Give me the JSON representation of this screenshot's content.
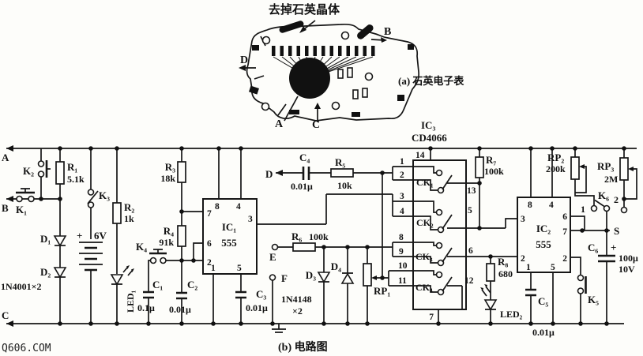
{
  "figure_a": {
    "title": "去掉石英晶体",
    "caption": "(a) 石英电子表",
    "terminals": {
      "a": "A",
      "b": "B",
      "c": "C",
      "d": "D"
    }
  },
  "figure_b": {
    "caption": "(b) 电路图",
    "watermark": "Q606.COM",
    "terminals": {
      "a": "A",
      "b": "B",
      "c": "C",
      "d": "D",
      "e": "E",
      "f": "F",
      "s": "S"
    },
    "power": {
      "plus": "+",
      "voltage": "6V"
    },
    "resistors": {
      "r1": {
        "ref": "R₁",
        "value": "5.1k"
      },
      "r2": {
        "ref": "R₂",
        "value": "1k"
      },
      "r3": {
        "ref": "R₃",
        "value": "18k"
      },
      "r4": {
        "ref": "R₄",
        "value": "91k"
      },
      "r5": {
        "ref": "R₅",
        "value": "10k"
      },
      "r6": {
        "ref": "R₆",
        "value": "100k"
      },
      "r7": {
        "ref": "R₇",
        "value": "100k"
      },
      "r8": {
        "ref": "R₈",
        "value": "680"
      }
    },
    "potentiometers": {
      "rp1": {
        "ref": "RP₁"
      },
      "rp2": {
        "ref": "RP₂",
        "value": "200k"
      },
      "rp3": {
        "ref": "RP₃",
        "value": "2M"
      }
    },
    "capacitors": {
      "c1": {
        "ref": "C₁",
        "value": "0.1μ"
      },
      "c2": {
        "ref": "C₂",
        "value": "0.01μ"
      },
      "c3": {
        "ref": "C₃",
        "value": "0.01μ"
      },
      "c4": {
        "ref": "C₄",
        "value": "0.01μ"
      },
      "c5": {
        "ref": "C₅",
        "value": "0.01μ"
      },
      "c6": {
        "ref": "C₆",
        "value": "100μ",
        "rating": "10V",
        "polarity": "+"
      }
    },
    "diodes": {
      "d1": "D₁",
      "d2": "D₂",
      "d1d2_type": "1N4001×2",
      "d3": "D₃",
      "d4": "D₄",
      "d3d4_type": "1N4148",
      "d3d4_mult": "×2"
    },
    "leds": {
      "led1": "LED₁",
      "led2": "LED₂"
    },
    "switches": {
      "k1": "K₁",
      "k2": "K₂",
      "k3": "K₃",
      "k4": "K₄",
      "k5": "K₅",
      "k6": "K₆",
      "k6_pos1": "1",
      "k6_pos2": "2"
    },
    "ic1": {
      "ref": "IC₁",
      "type": "555",
      "pins": {
        "p1": "1",
        "p2": "2",
        "p3": "3",
        "p4": "4",
        "p5": "5",
        "p6": "6",
        "p7": "7",
        "p8": "8"
      }
    },
    "ic2": {
      "ref": "IC₂",
      "type": "555",
      "pins": {
        "p1": "1",
        "p2": "2",
        "p3": "3",
        "p4": "4",
        "p5": "5",
        "p6": "6",
        "p7": "7",
        "p8": "8"
      }
    },
    "ic3": {
      "ref": "IC₃",
      "part": "CD4066",
      "pins": {
        "p1": "1",
        "p2": "2",
        "p3": "3",
        "p4": "4",
        "p5": "5",
        "p6": "6",
        "p7": "7",
        "p8": "8",
        "p9": "9",
        "p10": "10",
        "p11": "11",
        "p12": "12",
        "p13": "13",
        "p14": "14"
      },
      "switches": {
        "s1": "CK₁",
        "s2": "CK₂",
        "s3": "CK₃",
        "s4": "CK₄"
      }
    }
  }
}
